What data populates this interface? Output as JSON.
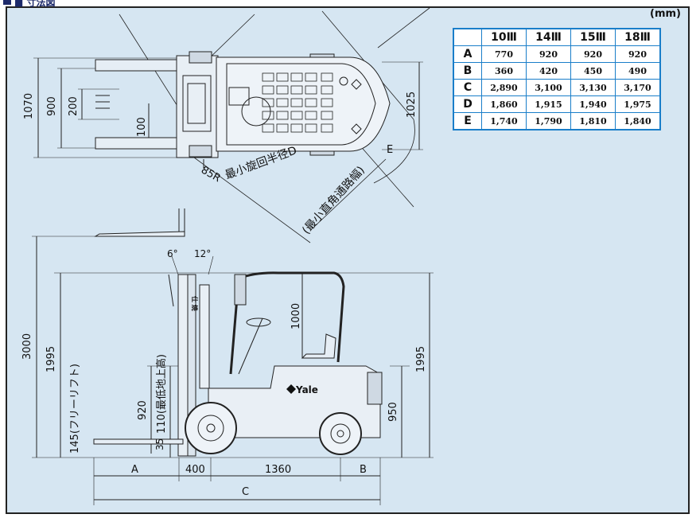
{
  "header": {
    "text": "■ 寸法図"
  },
  "unit_label": "(mm)",
  "spec_table": {
    "columns": [
      "10Ⅲ",
      "14Ⅲ",
      "15Ⅲ",
      "18Ⅲ"
    ],
    "rows": [
      {
        "label": "A",
        "values": [
          "770",
          "920",
          "920",
          "920"
        ]
      },
      {
        "label": "B",
        "values": [
          "360",
          "420",
          "450",
          "490"
        ]
      },
      {
        "label": "C",
        "values": [
          "2,890",
          "3,100",
          "3,130",
          "3,170"
        ]
      },
      {
        "label": "D",
        "values": [
          "1,860",
          "1,915",
          "1,940",
          "1,975"
        ]
      },
      {
        "label": "E",
        "values": [
          "1,740",
          "1,790",
          "1,810",
          "1,840"
        ]
      }
    ]
  },
  "top_view": {
    "dim_1070": "1070",
    "dim_900": "900",
    "dim_200": "200",
    "dim_100": "100",
    "dim_1025": "1025",
    "label_85r": "85R",
    "label_min_turn": "最小旋回半径D",
    "label_e": "E",
    "label_aisle": "(最小直角通路幅)"
  },
  "side_view": {
    "angle_6": "6°",
    "angle_12": "12°",
    "dim_3000": "3000",
    "dim_1995_left": "1995",
    "label_free_lift": "145(フリーリフト)",
    "dim_920": "920",
    "label_min_ground": "110(最低地上高)",
    "dim_35": "35",
    "dim_1000": "1000",
    "dim_1995_right": "1995",
    "dim_950": "950",
    "mast_text": "仕 焼",
    "brand": "Yale",
    "dim_a": "A",
    "dim_400": "400",
    "dim_1360": "1360",
    "dim_b": "B",
    "dim_c": "C"
  }
}
